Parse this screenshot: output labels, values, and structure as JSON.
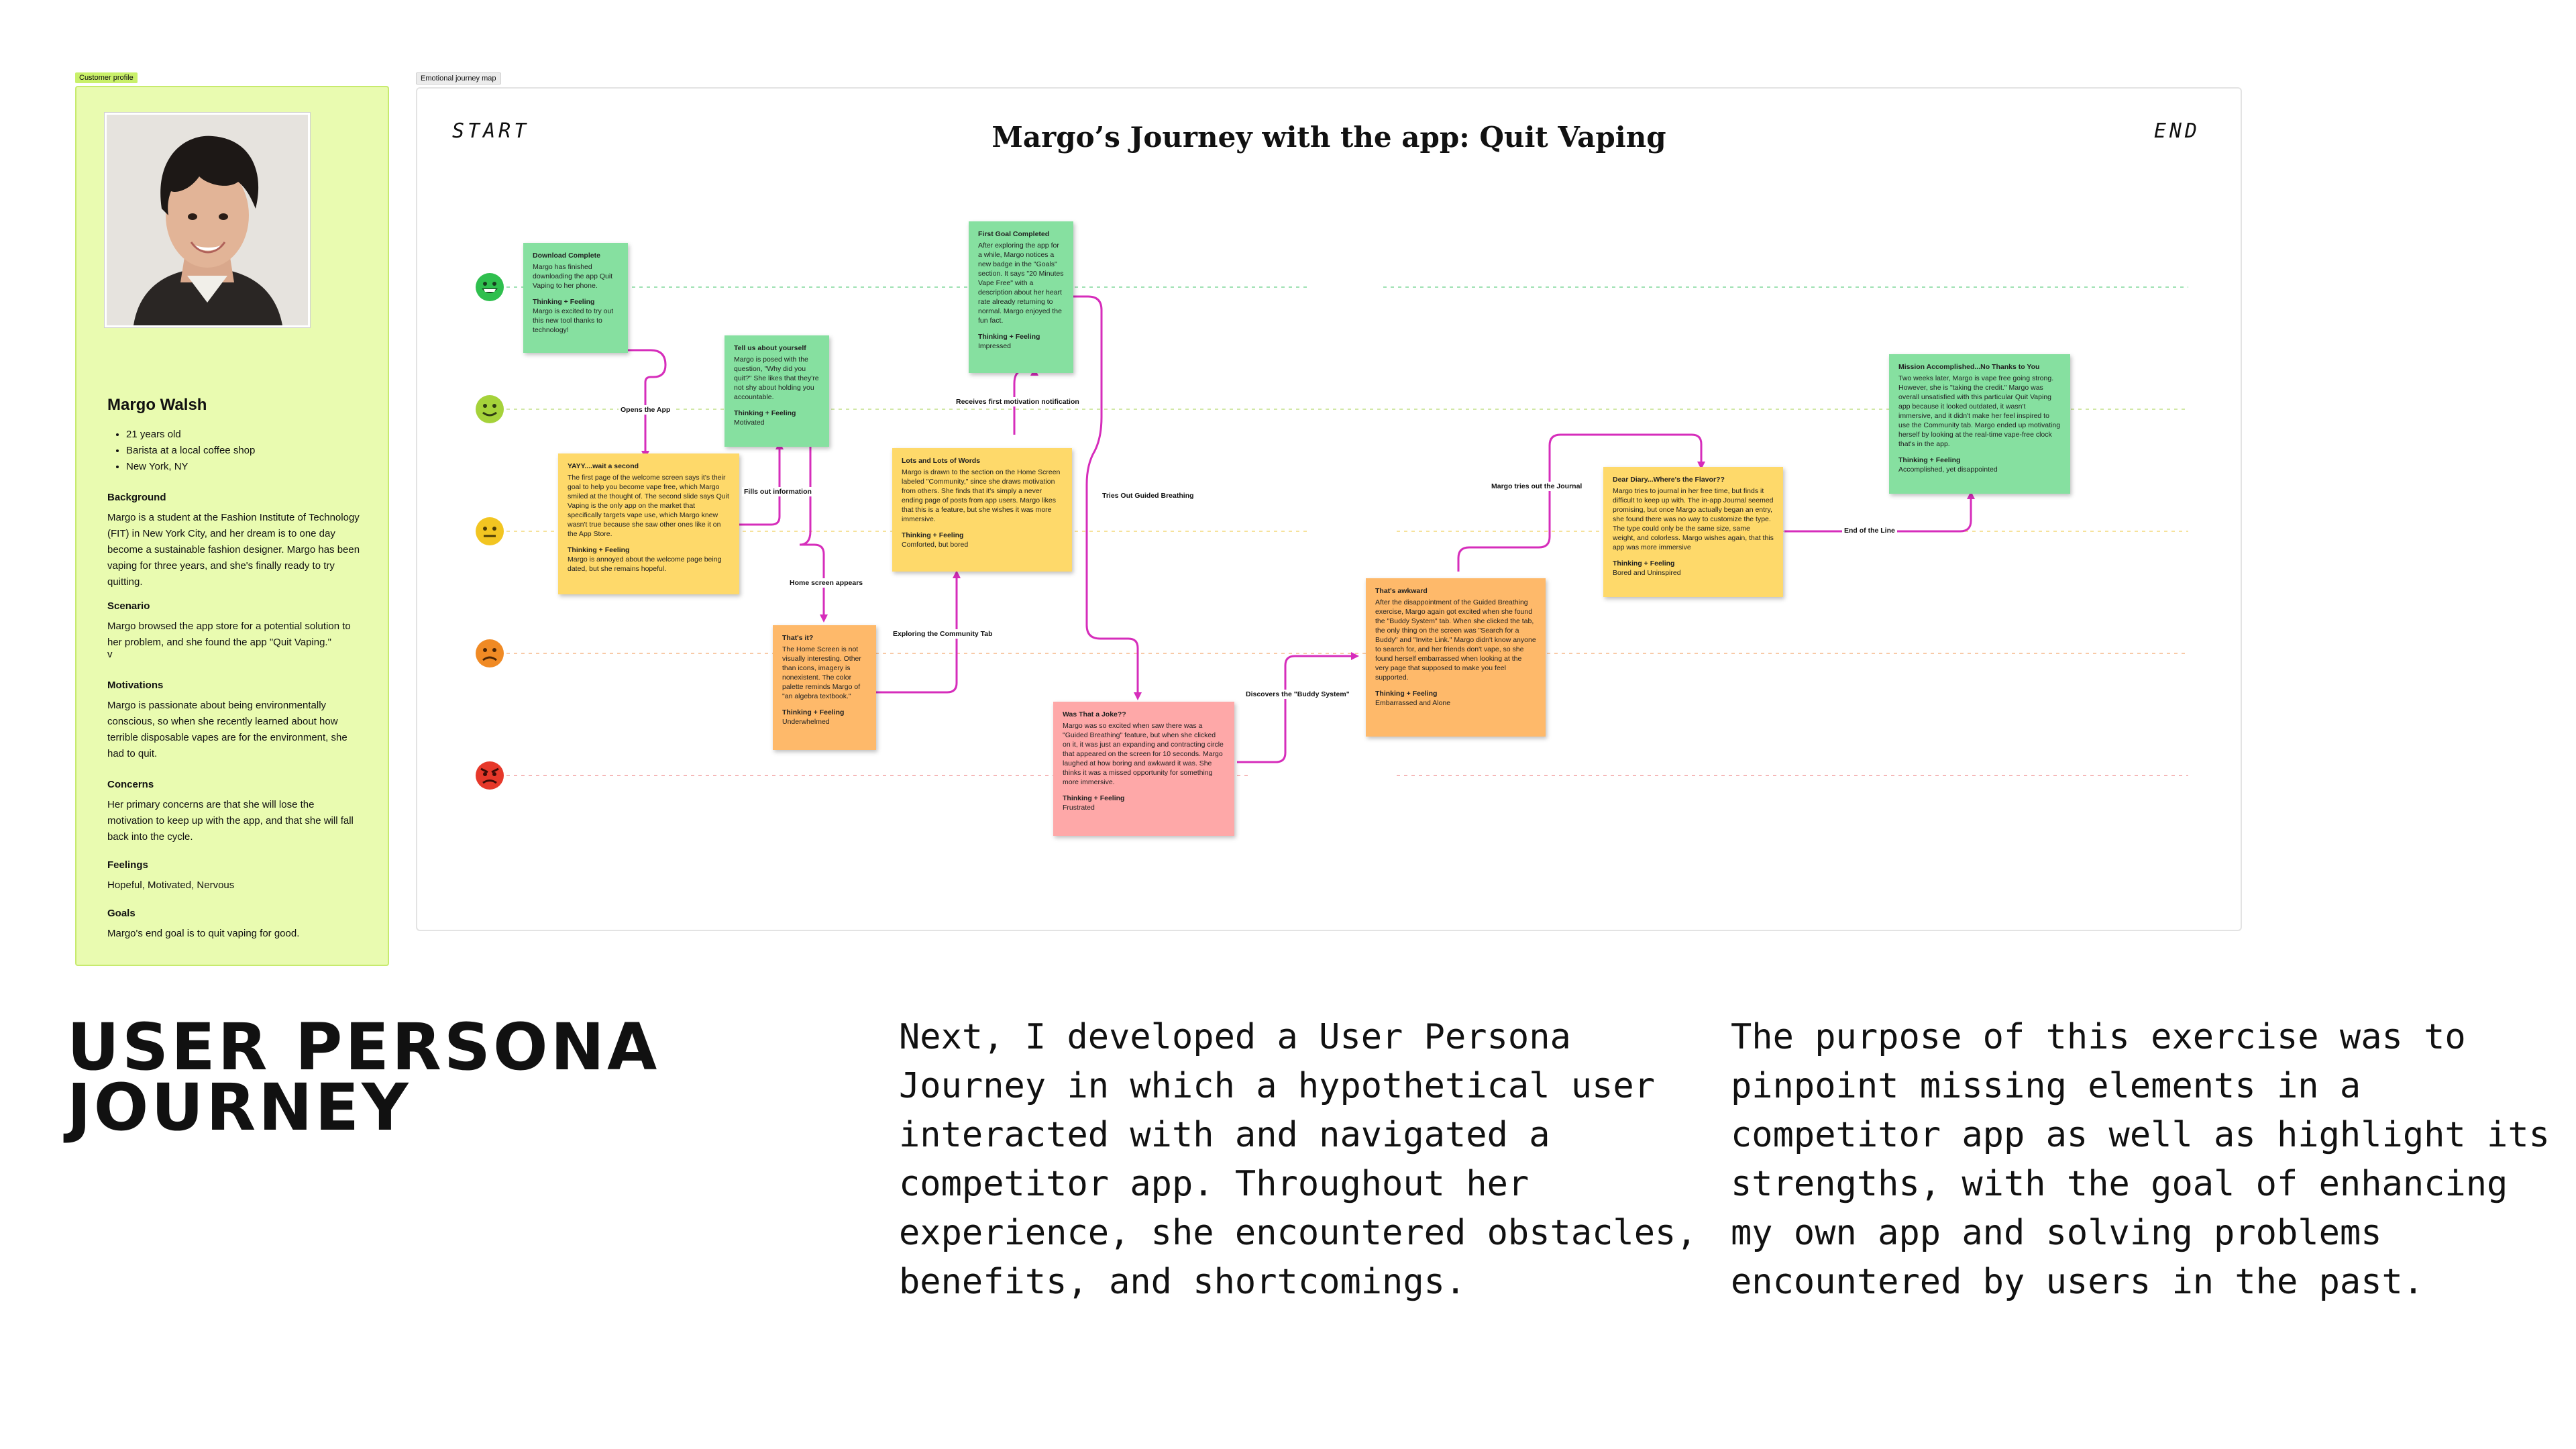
{
  "tags": {
    "profile": "Customer profile",
    "map": "Emotional journey map"
  },
  "profile": {
    "name": "Margo Walsh",
    "facts": [
      "21 years old",
      "Barista at a local coffee shop",
      "New York, NY"
    ],
    "background": {
      "heading": "Background",
      "text": "Margo is a student at the Fashion Institute of Technology (FIT) in New York City, and her dream is to one day become a sustainable fashion designer. Margo has been vaping for three years, and she's finally ready to try quitting."
    },
    "scenario": {
      "heading": "Scenario",
      "text": "Margo browsed the app store for a potential solution to her problem, and she found the app \"Quit Vaping.\"",
      "extra": "v"
    },
    "motivations": {
      "heading": "Motivations",
      "text": "Margo is passionate about being environmentally conscious, so when she recently learned about how terrible disposable vapes are for the environment, she had to quit."
    },
    "concerns": {
      "heading": "Concerns",
      "text": "Her primary concerns are that she will lose the motivation to keep up with the app, and that she will fall back into the cycle."
    },
    "feelings": {
      "heading": "Feelings",
      "text": "Hopeful, Motivated, Nervous"
    },
    "goals": {
      "heading": "Goals",
      "text": "Margo's end goal is to quit vaping for good."
    }
  },
  "map": {
    "start": "START",
    "end": "END",
    "title": "Margo’s Journey with the app: Quit Vaping",
    "emotion_levels": [
      {
        "icon": "grinning-face-icon",
        "color": "#2fbf4e"
      },
      {
        "icon": "slight-smile-face-icon",
        "color": "#a5d23a"
      },
      {
        "icon": "neutral-face-icon",
        "color": "#f2c521"
      },
      {
        "icon": "frowning-face-icon",
        "color": "#f08a24"
      },
      {
        "icon": "angry-face-icon",
        "color": "#e6382a"
      }
    ],
    "notes": [
      {
        "title": "Download Complete",
        "body": "Margo has finished downloading the app Quit Vaping to her phone.",
        "tf_label": "Thinking + Feeling",
        "tf": "Margo is excited to try out this new tool thanks to technology!"
      },
      {
        "title": "YAYY....wait a second",
        "body": "The first page of the welcome screen says it's their goal to help you become vape free, which Margo smiled at the thought of. The second slide says Quit Vaping is the only app on the market that specifically targets vape use, which Margo knew wasn't true because she saw other ones like it on the App Store.",
        "tf_label": "Thinking + Feeling",
        "tf": "Margo is annoyed about the welcome page being dated, but she remains hopeful."
      },
      {
        "title": "Tell us about yourself",
        "body": "Margo is posed with the question, \"Why did you quit?\" She likes that they're not shy about holding you accountable.",
        "tf_label": "Thinking + Feeling",
        "tf": "Motivated"
      },
      {
        "title": "That's it?",
        "body": "The Home Screen is not visually interesting. Other than icons, imagery is nonexistent. The color palette reminds Margo of \"an algebra textbook.\"",
        "tf_label": "Thinking + Feeling",
        "tf": "Underwhelmed"
      },
      {
        "title": "Lots and Lots of Words",
        "body": "Margo is drawn to the section on the Home Screen labeled \"Community,\" since she draws motivation from others. She finds that it's simply a never ending page of posts from app users. Margo likes that this is a feature, but she wishes it was more immersive.",
        "tf_label": "Thinking + Feeling",
        "tf": "Comforted, but bored"
      },
      {
        "title": "First Goal Completed",
        "body": "After exploring the app for a while, Margo notices a new badge in the \"Goals\" section. It says \"20 Minutes Vape Free\" with a description about her heart rate already returning to normal. Margo enjoyed the fun fact.",
        "tf_label": "Thinking + Feeling",
        "tf": "Impressed"
      },
      {
        "title": "Was That a Joke??",
        "body": "Margo was so excited when saw there was a \"Guided Breathing\" feature, but when she clicked on it, it was just an expanding and contracting circle that appeared on the screen for 10 seconds. Margo laughed at how boring and awkward it was. She thinks it was a missed opportunity for something more immersive.",
        "tf_label": "Thinking + Feeling",
        "tf": "Frustrated"
      },
      {
        "title": "That's awkward",
        "body": "After the disappointment of the Guided Breathing exercise, Margo again got excited when she found the \"Buddy System\" tab. When she clicked the tab, the only thing on the screen was \"Search for a Buddy\" and \"Invite Link.\" Margo didn't know anyone to search for, and her friends don't vape, so she found herself embarrassed when looking at the very page that supposed to make you feel supported.",
        "tf_label": "Thinking + Feeling",
        "tf": "Embarrassed and Alone"
      },
      {
        "title": "Dear Diary...Where's the Flavor??",
        "body": "Margo tries to journal in her free time, but finds it difficult to keep up with. The in-app Journal seemed promising, but once Margo actually began an entry, she found there was no way to customize the type. The type could only be the same size, same weight, and colorless. Margo wishes again, that this app was more immersive",
        "tf_label": "Thinking + Feeling",
        "tf": "Bored and Uninspired"
      },
      {
        "title": "Mission Accomplished...No Thanks to You",
        "body": "Two weeks later, Margo is vape free going strong. However, she is \"taking the credit.\" Margo was overall unsatisfied with this particular Quit Vaping app because it looked outdated, it wasn't immersive, and it didn't make her feel inspired to use the Community tab. Margo ended up motivating herself by looking at the real-time vape-free clock that's in the app.",
        "tf_label": "Thinking + Feeling",
        "tf": "Accomplished, yet disappointed"
      }
    ],
    "connectors": [
      "Opens the App",
      "Fills out information",
      "Home screen appears",
      "Exploring the Community Tab",
      "Receives first motivation notification",
      "Tries Out Guided Breathing",
      "Discovers the \"Buddy System\"",
      "Margo tries out the Journal",
      "End of the Line"
    ]
  },
  "main_title": [
    "USER PERSONA",
    "JOURNEY"
  ],
  "paragraphs": [
    "Next, I developed a User Persona Journey in which a hypothetical user interacted with and navigated a competitor app. Throughout her experience, she encountered obstacles, benefits, and shortcomings.",
    "The purpose of this exercise was to pinpoint missing elements in a competitor app as well as highlight its strengths, with the goal of enhancing my own app and solving problems encountered by users in the past."
  ],
  "colors": {
    "connector": "#d62dbb",
    "profile_bg": "#e9fbb0",
    "note_green": "#86e0a0",
    "note_yellow": "#fed96a",
    "note_orange": "#feb96a",
    "note_red": "#fea8a8"
  }
}
